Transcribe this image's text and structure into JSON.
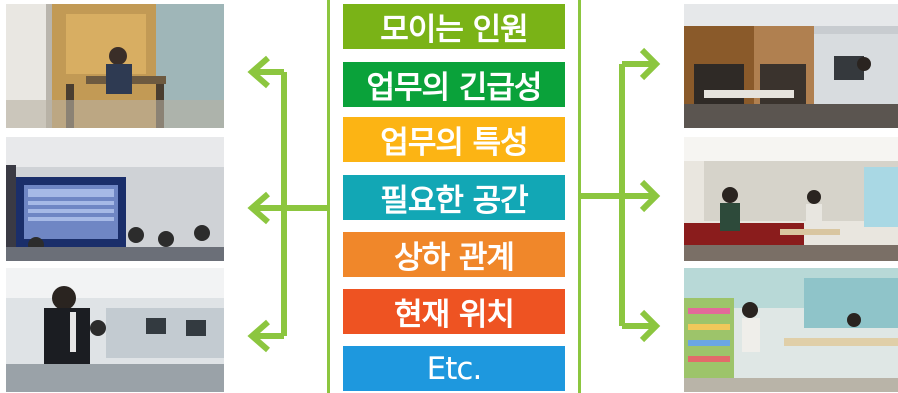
{
  "factors": [
    {
      "label": "모이는 인원",
      "color": "#7ab317"
    },
    {
      "label": "업무의 긴급성",
      "color": "#0aa23a"
    },
    {
      "label": "업무의 특성",
      "color": "#fcb414"
    },
    {
      "label": "필요한 공간",
      "color": "#12a7b5"
    },
    {
      "label": "상하 관계",
      "color": "#f0872a"
    },
    {
      "label": "현재 위치",
      "color": "#ee5322"
    },
    {
      "label": "Etc.",
      "color": "#1e98de"
    }
  ],
  "colors": {
    "arrow": "#8cc63f",
    "divider": "#8cc63f",
    "background": "#ffffff"
  }
}
